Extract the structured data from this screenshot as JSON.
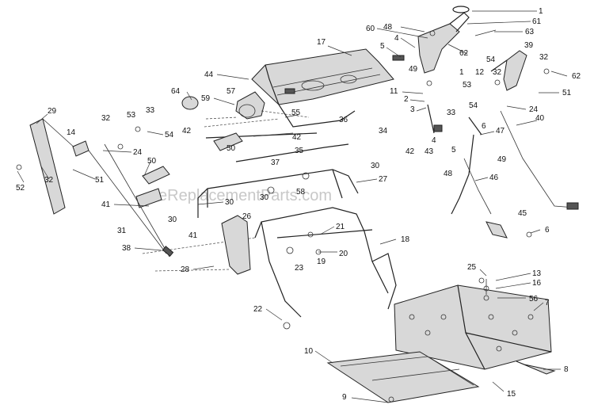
{
  "diagram": {
    "watermark": "eReplacementParts.com",
    "callouts": [
      {
        "id": "c1",
        "label": "1"
      },
      {
        "id": "c61",
        "label": "61"
      },
      {
        "id": "c48",
        "label": "48"
      },
      {
        "id": "c60",
        "label": "60"
      },
      {
        "id": "c63",
        "label": "63"
      },
      {
        "id": "c17",
        "label": "17"
      },
      {
        "id": "c4a",
        "label": "4"
      },
      {
        "id": "c5a",
        "label": "5"
      },
      {
        "id": "c39",
        "label": "39"
      },
      {
        "id": "c32a",
        "label": "32"
      },
      {
        "id": "c62a",
        "label": "62"
      },
      {
        "id": "c54a",
        "label": "54"
      },
      {
        "id": "c49a",
        "label": "49"
      },
      {
        "id": "c1b",
        "label": "1"
      },
      {
        "id": "c62b",
        "label": "62"
      },
      {
        "id": "c44",
        "label": "44"
      },
      {
        "id": "c12",
        "label": "12"
      },
      {
        "id": "c32b",
        "label": "32"
      },
      {
        "id": "c53a",
        "label": "53"
      },
      {
        "id": "c64",
        "label": "64"
      },
      {
        "id": "c57",
        "label": "57"
      },
      {
        "id": "c11",
        "label": "11"
      },
      {
        "id": "c2",
        "label": "2"
      },
      {
        "id": "c51a",
        "label": "51"
      },
      {
        "id": "c54b",
        "label": "54"
      },
      {
        "id": "c59",
        "label": "59"
      },
      {
        "id": "c3",
        "label": "3"
      },
      {
        "id": "c33a",
        "label": "33"
      },
      {
        "id": "c24a",
        "label": "24"
      },
      {
        "id": "c29",
        "label": "29"
      },
      {
        "id": "c33b",
        "label": "33"
      },
      {
        "id": "c53b",
        "label": "53"
      },
      {
        "id": "c55",
        "label": "55"
      },
      {
        "id": "c40",
        "label": "40"
      },
      {
        "id": "c42a",
        "label": "42"
      },
      {
        "id": "c32c",
        "label": "32"
      },
      {
        "id": "c36",
        "label": "36"
      },
      {
        "id": "c6a",
        "label": "6"
      },
      {
        "id": "c14",
        "label": "14"
      },
      {
        "id": "c54c",
        "label": "54"
      },
      {
        "id": "c34",
        "label": "34"
      },
      {
        "id": "c47",
        "label": "47"
      },
      {
        "id": "c50a",
        "label": "50"
      },
      {
        "id": "c42b",
        "label": "42"
      },
      {
        "id": "c4b",
        "label": "4"
      },
      {
        "id": "c24b",
        "label": "24"
      },
      {
        "id": "c35",
        "label": "35"
      },
      {
        "id": "c42c",
        "label": "42"
      },
      {
        "id": "c43",
        "label": "43"
      },
      {
        "id": "c5b",
        "label": "5"
      },
      {
        "id": "c49b",
        "label": "49"
      },
      {
        "id": "c50b",
        "label": "50"
      },
      {
        "id": "c37",
        "label": "37"
      },
      {
        "id": "c30a",
        "label": "30"
      },
      {
        "id": "c48b",
        "label": "48"
      },
      {
        "id": "c52",
        "label": "52"
      },
      {
        "id": "c32d",
        "label": "32"
      },
      {
        "id": "c51b",
        "label": "51"
      },
      {
        "id": "c27",
        "label": "27"
      },
      {
        "id": "c46",
        "label": "46"
      },
      {
        "id": "c58",
        "label": "58"
      },
      {
        "id": "c30b",
        "label": "30"
      },
      {
        "id": "c41a",
        "label": "41"
      },
      {
        "id": "c30c",
        "label": "30"
      },
      {
        "id": "c45",
        "label": "45"
      },
      {
        "id": "c26",
        "label": "26"
      },
      {
        "id": "c30d",
        "label": "30"
      },
      {
        "id": "c6b",
        "label": "6"
      },
      {
        "id": "c31",
        "label": "31"
      },
      {
        "id": "c41b",
        "label": "41"
      },
      {
        "id": "c21",
        "label": "21"
      },
      {
        "id": "c18",
        "label": "18"
      },
      {
        "id": "c38",
        "label": "38"
      },
      {
        "id": "c20",
        "label": "20"
      },
      {
        "id": "c19",
        "label": "19"
      },
      {
        "id": "c28",
        "label": "28"
      },
      {
        "id": "c23",
        "label": "23"
      },
      {
        "id": "c25",
        "label": "25"
      },
      {
        "id": "c13",
        "label": "13"
      },
      {
        "id": "c16",
        "label": "16"
      },
      {
        "id": "c56",
        "label": "56"
      },
      {
        "id": "c7",
        "label": "7"
      },
      {
        "id": "c22",
        "label": "22"
      },
      {
        "id": "c10",
        "label": "10"
      },
      {
        "id": "c8",
        "label": "8"
      },
      {
        "id": "c15",
        "label": "15"
      },
      {
        "id": "c9",
        "label": "9"
      }
    ]
  }
}
